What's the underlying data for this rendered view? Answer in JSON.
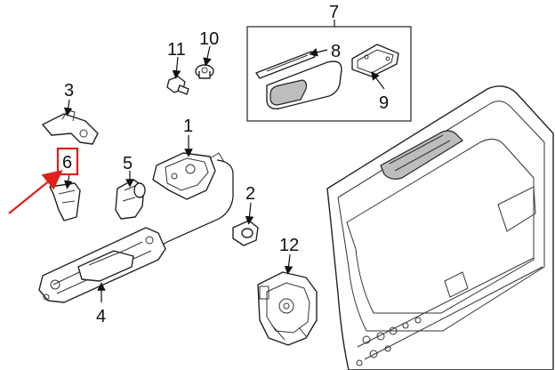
{
  "callouts": {
    "c1": "1",
    "c2": "2",
    "c3": "3",
    "c4": "4",
    "c5": "5",
    "c6": "6",
    "c7": "7",
    "c8": "8",
    "c9": "9",
    "c10": "10",
    "c11": "11",
    "c12": "12"
  },
  "highlight": {
    "callout": "6",
    "color": "#e0201b"
  },
  "colors": {
    "line": "#222222",
    "accent": "#e0201b"
  }
}
